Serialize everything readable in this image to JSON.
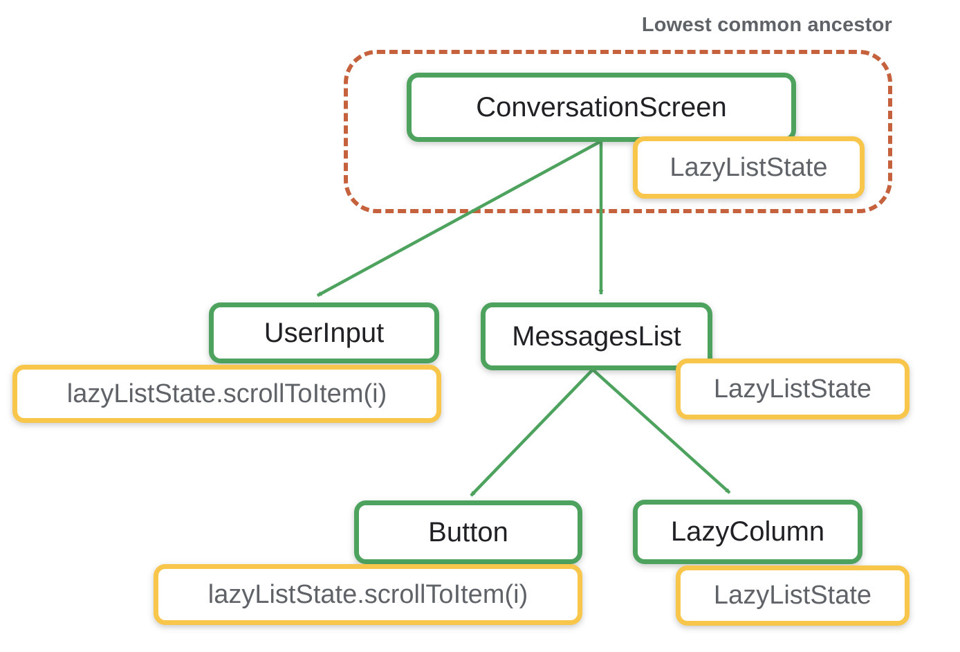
{
  "annotation": {
    "label": "Lowest common ancestor"
  },
  "nodes": {
    "conversation_screen": "ConversationScreen",
    "root_state": "LazyListState",
    "user_input": "UserInput",
    "user_input_call": "lazyListState.scrollToItem(i)",
    "messages_list": "MessagesList",
    "messages_list_state": "LazyListState",
    "button": "Button",
    "button_call": "lazyListState.scrollToItem(i)",
    "lazy_column": "LazyColumn",
    "lazy_column_state": "LazyListState"
  },
  "edges": [
    {
      "from": "ConversationScreen",
      "to": "UserInput"
    },
    {
      "from": "ConversationScreen",
      "to": "MessagesList"
    },
    {
      "from": "MessagesList",
      "to": "Button"
    },
    {
      "from": "MessagesList",
      "to": "LazyColumn"
    }
  ],
  "colors": {
    "composable_border": "#4da35e",
    "state_border": "#f8c64b",
    "boundary_dash": "#c5613c",
    "arrow": "#4da35e",
    "composable_text": "#202124",
    "state_text": "#5f6368",
    "annotation_text": "#5f6368"
  }
}
